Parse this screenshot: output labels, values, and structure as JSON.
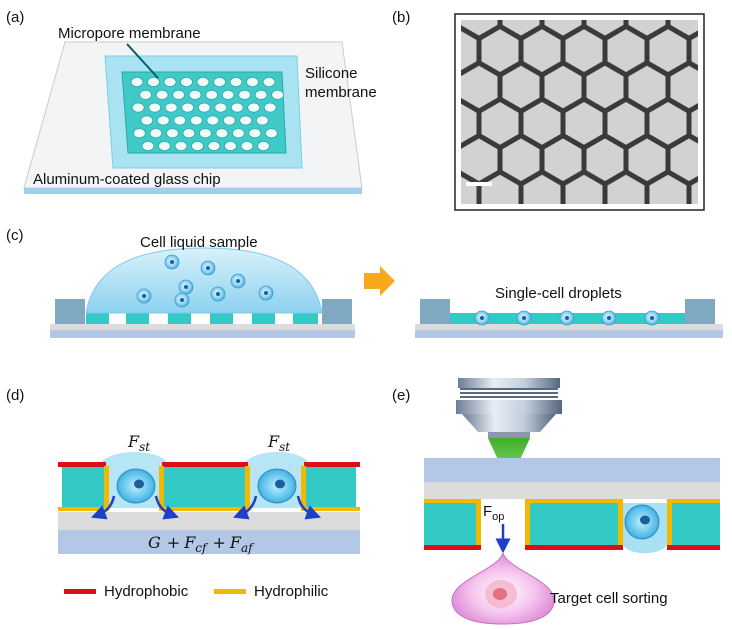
{
  "panels": {
    "a": {
      "label": "(a)",
      "micropore_label": "Micropore membrane",
      "silicone_label_line1": "Silicone",
      "silicone_label_line2": "membrane",
      "chip_label": "Aluminum-coated glass chip"
    },
    "b": {
      "label": "(b)"
    },
    "c": {
      "label": "(c)",
      "sample_label": "Cell liquid sample",
      "droplets_label": "Single-cell droplets"
    },
    "d": {
      "label": "(d)",
      "force_st": "F",
      "force_st_sub": "st",
      "force_eq_g": "G",
      "force_eq_plus": "+",
      "force_eq_fcf": "F",
      "force_eq_fcf_sub": "cf",
      "force_eq_faf": "F",
      "force_eq_faf_sub": "af",
      "legend_hydrophobic": "Hydrophobic",
      "legend_hydrophilic": "Hydrophilic"
    },
    "e": {
      "label": "(e)",
      "force_op": "F",
      "force_op_sub": "op",
      "sorting_label": "Target cell sorting"
    }
  },
  "colors": {
    "cyan_block": "#33c9c5",
    "light_blue": "#b9cde8",
    "gray_layer": "#dcdcdc",
    "hydrophobic": "#d9101a",
    "hydrophilic": "#f5b800",
    "arrow_orange": "#f7a81b",
    "droplet": "#a9e1f4",
    "laser_green": "#5dc13a",
    "dark_arrow": "#1d3fc9"
  }
}
